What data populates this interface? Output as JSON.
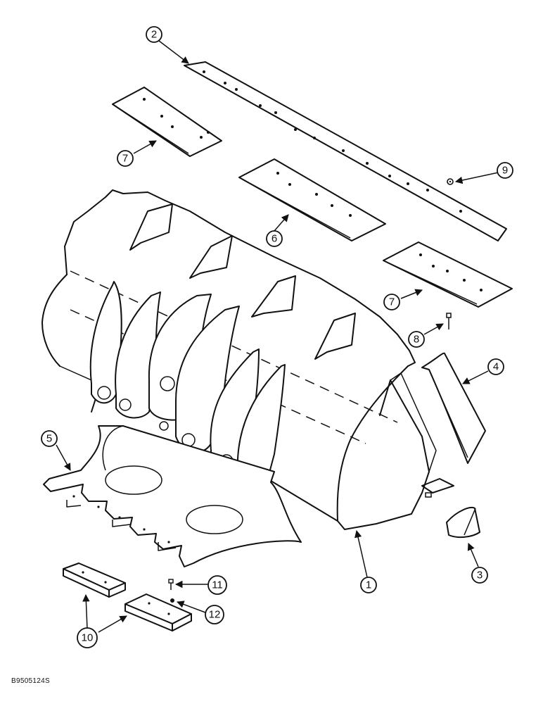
{
  "figure": {
    "code": "B9505124S",
    "callouts": [
      "1",
      "2",
      "3",
      "4",
      "5",
      "6",
      "7",
      "7",
      "8",
      "9",
      "10",
      "11",
      "12"
    ]
  }
}
